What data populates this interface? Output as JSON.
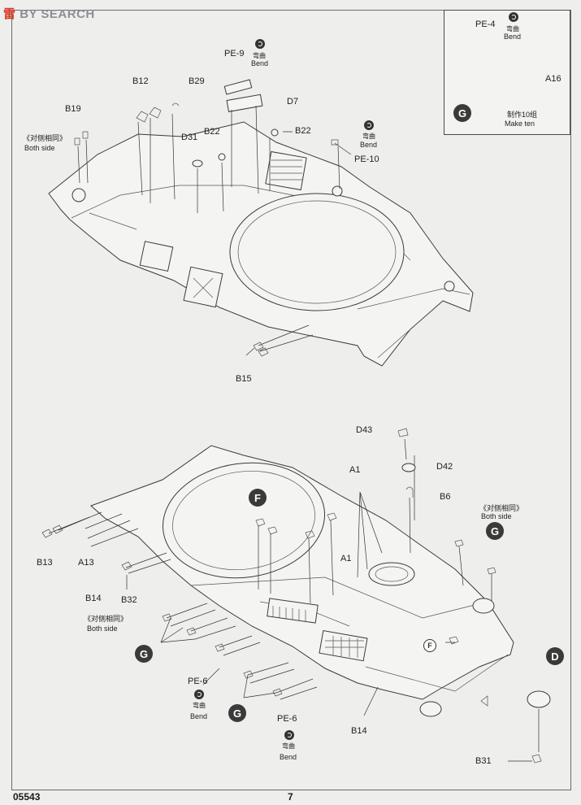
{
  "watermark": {
    "cn": "雷",
    "text": "BY SEARCH"
  },
  "inset": {
    "pe4": "PE-4",
    "bend_cn": "弯曲",
    "bend": "Bend",
    "a16": "A16",
    "g": "G",
    "make_ten_cn": "制作10组",
    "make_ten": "Make ten"
  },
  "top": {
    "pe9": "PE-9",
    "bend_cn": "弯曲",
    "bend": "Bend",
    "b12": "B12",
    "b29": "B29",
    "d7": "D7",
    "b19": "B19",
    "both_side_cn": "《对侧相同》",
    "both_side": "Both side",
    "d31": "D31",
    "b22a": "B22",
    "b22b": "B22",
    "bend2_cn": "弯曲",
    "bend2": "Bend",
    "pe10": "PE-10",
    "b15": "B15"
  },
  "bottom": {
    "d43": "D43",
    "d42": "D42",
    "a1a": "A1",
    "a1b": "A1",
    "b6": "B6",
    "f": "F",
    "both_side_cn": "《对侧相同》",
    "both_side": "Both side",
    "g1": "G",
    "b13": "B13",
    "a13": "A13",
    "b14a": "B14",
    "b32": "B32",
    "both_side2_cn": "《对侧相同》",
    "both_side2": "Both side",
    "g2": "G",
    "pe6a": "PE-6",
    "bend_cn": "弯曲",
    "bend": "Bend",
    "g3": "G",
    "pe6b": "PE-6",
    "bend2_cn": "弯曲",
    "bend2": "Bend",
    "f_small": "F",
    "b14b": "B14",
    "d": "D",
    "b31": "B31"
  },
  "footer": {
    "code": "05543",
    "page": "7"
  }
}
